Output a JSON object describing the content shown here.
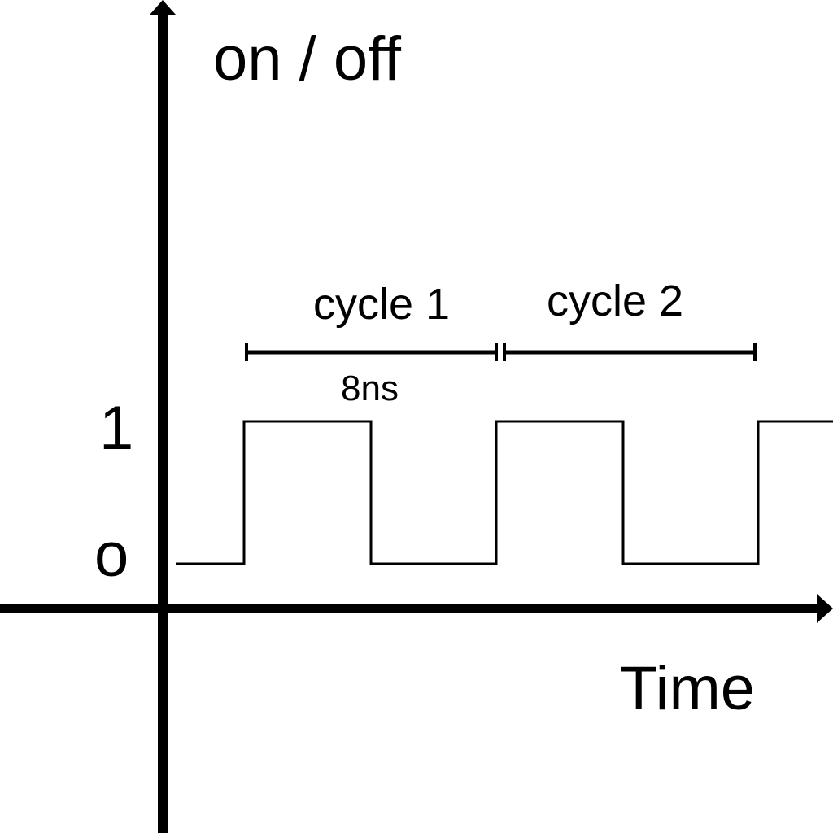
{
  "diagram": {
    "y_axis_label": "on / off",
    "x_axis_label": "Time",
    "level_high_label": "1",
    "level_low_label": "o",
    "cycle_1_label": "cycle 1",
    "cycle_2_label": "cycle 2",
    "period_label": "8ns",
    "line_color": "#000000",
    "background_color": "#ffffff"
  },
  "chart_data": {
    "type": "line",
    "step": "square-wave",
    "ylabel": "on / off",
    "xlabel": "Time",
    "levels": [
      0,
      1
    ],
    "period": "8ns",
    "cycles": [
      "cycle 1",
      "cycle 2"
    ],
    "signal_transitions": [
      {
        "state": 0
      },
      {
        "state": 1
      },
      {
        "state": 0
      },
      {
        "state": 1
      },
      {
        "state": 0
      },
      {
        "state": 1
      }
    ]
  }
}
